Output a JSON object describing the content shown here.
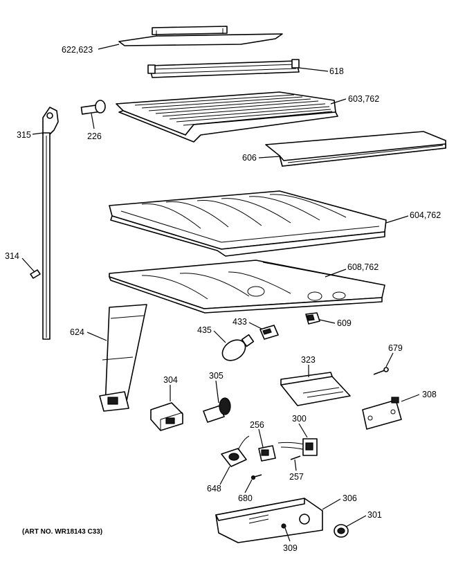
{
  "art_number": "(ART NO. WR18143 C33)",
  "labels": {
    "p622": "622,623",
    "p618": "618",
    "p603": "603,762",
    "p315": "315",
    "p226": "226",
    "p606": "606",
    "p604": "604,762",
    "p314": "314",
    "p608": "608,762",
    "p624": "624",
    "p435": "435",
    "p433": "433",
    "p609": "609",
    "p679": "679",
    "p323": "323",
    "p304": "304",
    "p305": "305",
    "p308": "308",
    "p256": "256",
    "p300": "300",
    "p257": "257",
    "p648": "648",
    "p680": "680",
    "p306": "306",
    "p301": "301",
    "p309": "309"
  }
}
